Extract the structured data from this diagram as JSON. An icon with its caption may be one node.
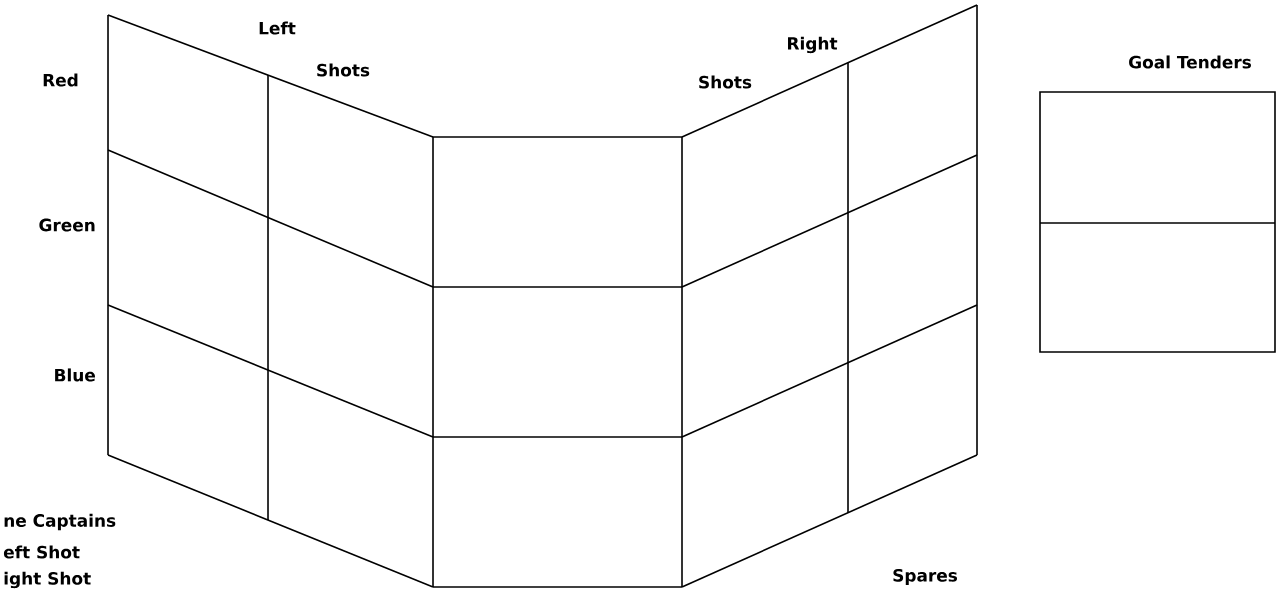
{
  "diagram": {
    "labels": [
      "Left",
      "Right",
      "Shots",
      "Goal Tenders",
      "Red",
      "Shots",
      "Green",
      "Blue",
      "ne Captains",
      "eft Shot",
      "ight Shot",
      "Spares"
    ]
  }
}
